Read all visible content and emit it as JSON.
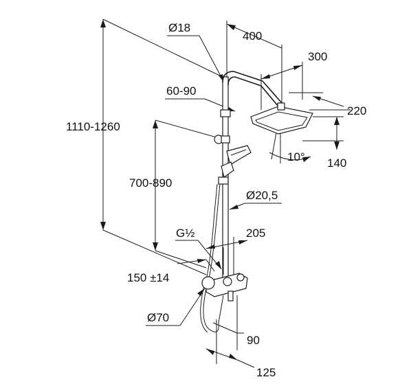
{
  "dimensions": {
    "overall_height": "1110-1260",
    "rail_height": "700-890",
    "top_pipe_diameter": "Ø18",
    "arm_length": "400",
    "head_width": "300",
    "head_depth": "220",
    "head_height_offset": "140",
    "head_tilt": "10°",
    "bracket_spacing": "60-90",
    "rail_diameter": "Ø20,5",
    "connection_thread": "G½",
    "mixer_depth": "205",
    "center_distance": "150 ±14",
    "escutcheon_diameter": "Ø70",
    "hand_shower_offset": "90",
    "bottom_depth": "125"
  },
  "colors": {
    "line": "#1a1a1a",
    "background": "#ffffff"
  }
}
